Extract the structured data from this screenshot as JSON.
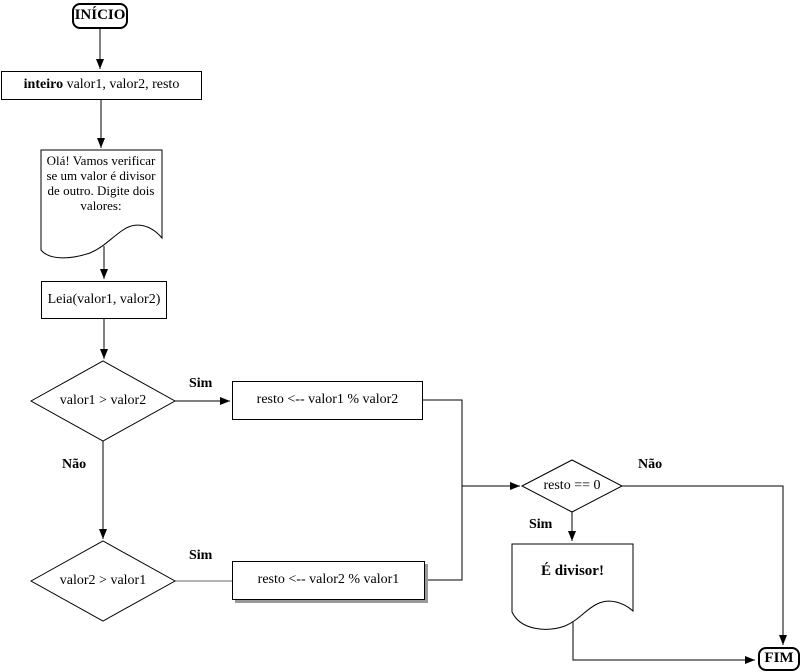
{
  "flow": {
    "nodes": {
      "start": "INÍCIO",
      "declare_keyword": "inteiro",
      "declare_rest": " valor1, valor2, resto",
      "greeting": "Olá! Vamos verificar se um valor é divisor de outro. Digite dois valores:",
      "read": "Leia(valor1, valor2)",
      "decision1": "valor1 > valor2",
      "assign1": "resto <-- valor1 % valor2",
      "decision2": "valor2 > valor1",
      "assign2": "resto <-- valor2 % valor1",
      "decision3": "resto == 0",
      "result": "É divisor!",
      "end": "FIM"
    },
    "labels": {
      "yes": "Sim",
      "no": "Não"
    },
    "colors": {
      "stroke": "#000000",
      "fill": "#ffffff",
      "gray_edge": "#666666",
      "shadow": "#999999"
    }
  }
}
